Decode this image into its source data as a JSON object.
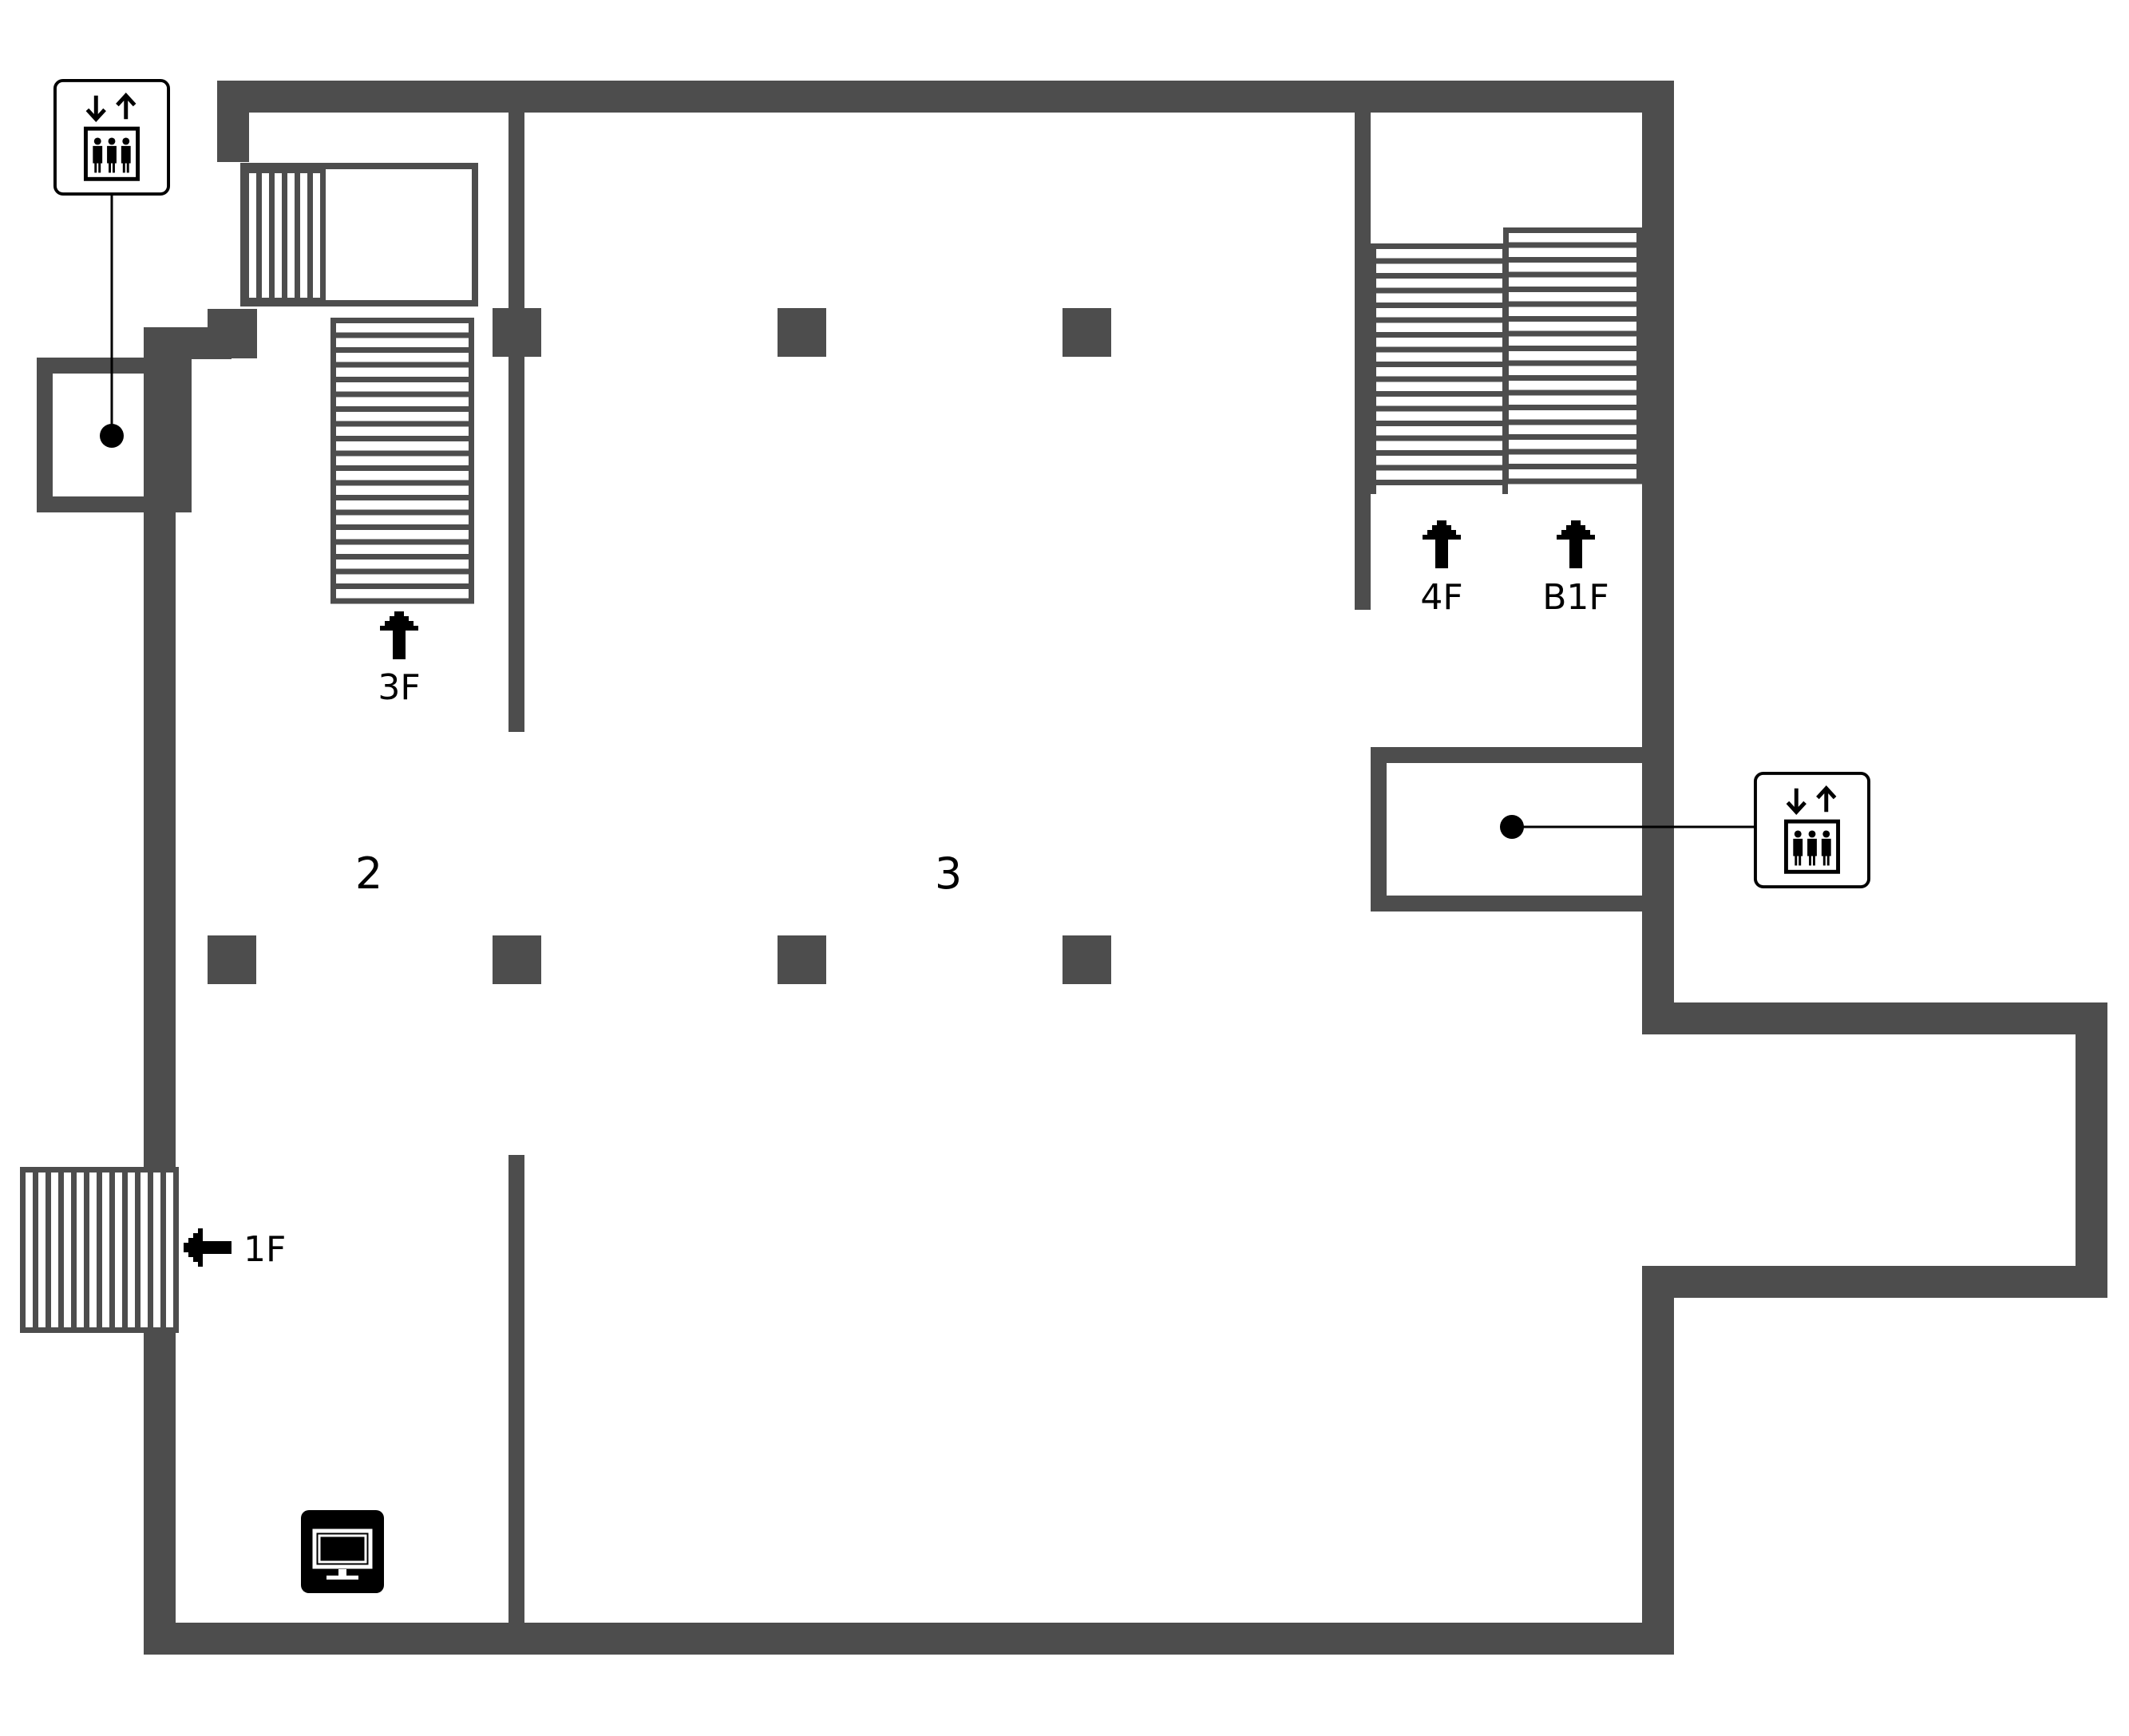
{
  "colors": {
    "wall": "#4d4d4d",
    "ink": "#000000",
    "background": "#ffffff",
    "icon_fill": "#ffffff"
  },
  "rooms": [
    {
      "id": "room-2",
      "label": "2"
    },
    {
      "id": "room-3",
      "label": "3"
    }
  ],
  "stairways": [
    {
      "id": "stairs-3f",
      "label": "3F",
      "icon": "up-arrow-icon"
    },
    {
      "id": "stairs-4f",
      "label": "4F",
      "icon": "up-arrow-icon"
    },
    {
      "id": "stairs-b1f",
      "label": "B1F",
      "icon": "up-arrow-icon"
    },
    {
      "id": "stairs-1f",
      "label": "1F",
      "icon": "left-arrow-icon"
    }
  ],
  "facilities": [
    {
      "id": "elevator-west",
      "icon": "elevator-icon"
    },
    {
      "id": "elevator-east",
      "icon": "elevator-icon"
    },
    {
      "id": "monitor",
      "icon": "monitor-icon"
    }
  ]
}
